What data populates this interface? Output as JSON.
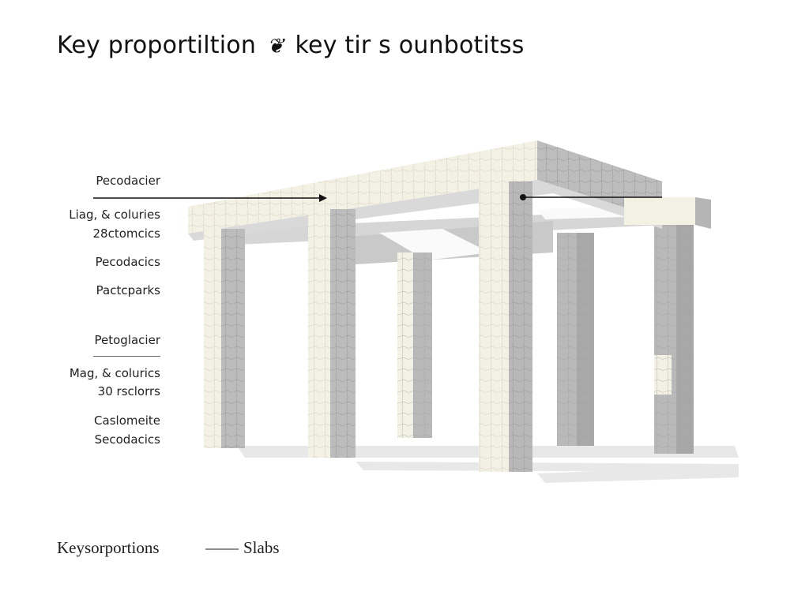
{
  "title": {
    "left": "Key proportiltion",
    "symbol": "❦",
    "right": "key tir s ounbotitss"
  },
  "labels": [
    {
      "id": "label-1",
      "text": "Pecodacier"
    },
    {
      "id": "label-2",
      "text": "Liag, & coluries"
    },
    {
      "id": "label-3",
      "text": "28ctomcics"
    },
    {
      "id": "label-4",
      "text": "Pecodacics"
    },
    {
      "id": "label-5",
      "text": "Pactcparks"
    },
    {
      "id": "label-6",
      "text": "Petoglacier"
    },
    {
      "id": "label-7",
      "text": "Mag, & colurics"
    },
    {
      "id": "label-8",
      "text": "30 rsclorrs"
    },
    {
      "id": "label-9",
      "text": "Caslomeite"
    },
    {
      "id": "label-10",
      "text": "Secodacics"
    }
  ],
  "footer": {
    "left": "Keysorportions",
    "legend_line": "——",
    "legend_label": "Slabs"
  },
  "colors": {
    "light_face": "#f3f0e4",
    "shadow_face": "#b9b9b9",
    "ground_shadow": "#e4e4e4",
    "leader": "#111111"
  }
}
